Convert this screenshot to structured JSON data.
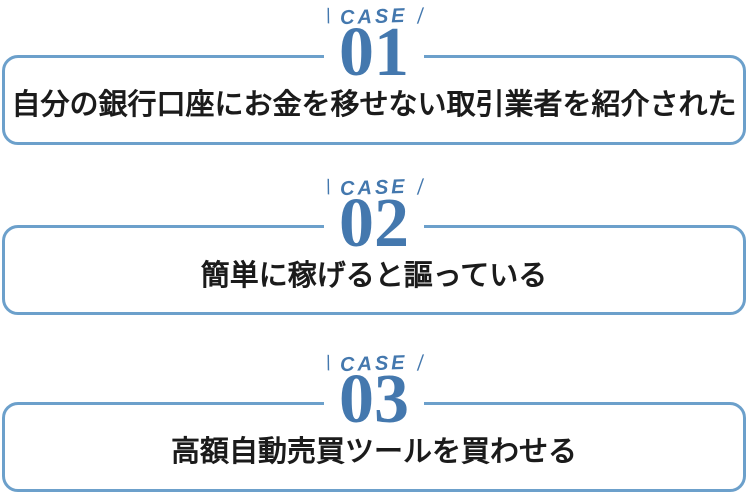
{
  "colors": {
    "accent_dark": "#4478AE",
    "accent_light": "#6CA0CB",
    "text": "#1b1b1b",
    "background": "#ffffff"
  },
  "cases": [
    {
      "tag": "CASE",
      "number": "01",
      "tick_left": "\\",
      "tick_right": "/",
      "text": "自分の銀行口座にお金を移せない取引業者を紹介された"
    },
    {
      "tag": "CASE",
      "number": "02",
      "tick_left": "\\",
      "tick_right": "/",
      "text": "簡単に稼げると謳っている"
    },
    {
      "tag": "CASE",
      "number": "03",
      "tick_left": "\\",
      "tick_right": "/",
      "text": "高額自動売買ツールを買わせる"
    }
  ]
}
